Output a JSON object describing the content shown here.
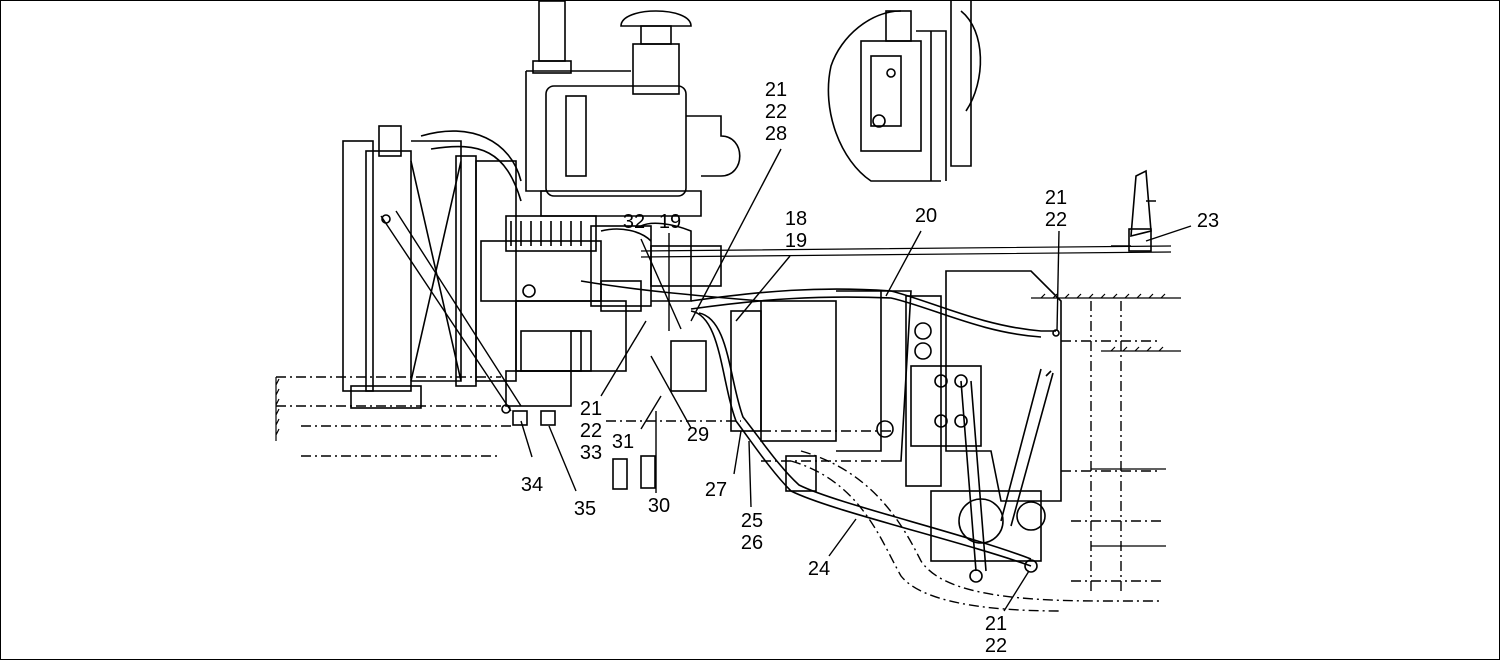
{
  "callouts": {
    "c18_19": "18\n19",
    "c19": "19",
    "c20": "20",
    "c21_22_28": "21\n22\n28",
    "c21_22_top": "21\n22",
    "c21_22_33": "21\n22\n33",
    "c21_22_bottom": "21\n22",
    "c23": "23",
    "c24": "24",
    "c25_26": "25\n26",
    "c27": "27",
    "c29": "29",
    "c30": "30",
    "c31": "31",
    "c32": "32",
    "c34": "34",
    "c35": "35"
  }
}
